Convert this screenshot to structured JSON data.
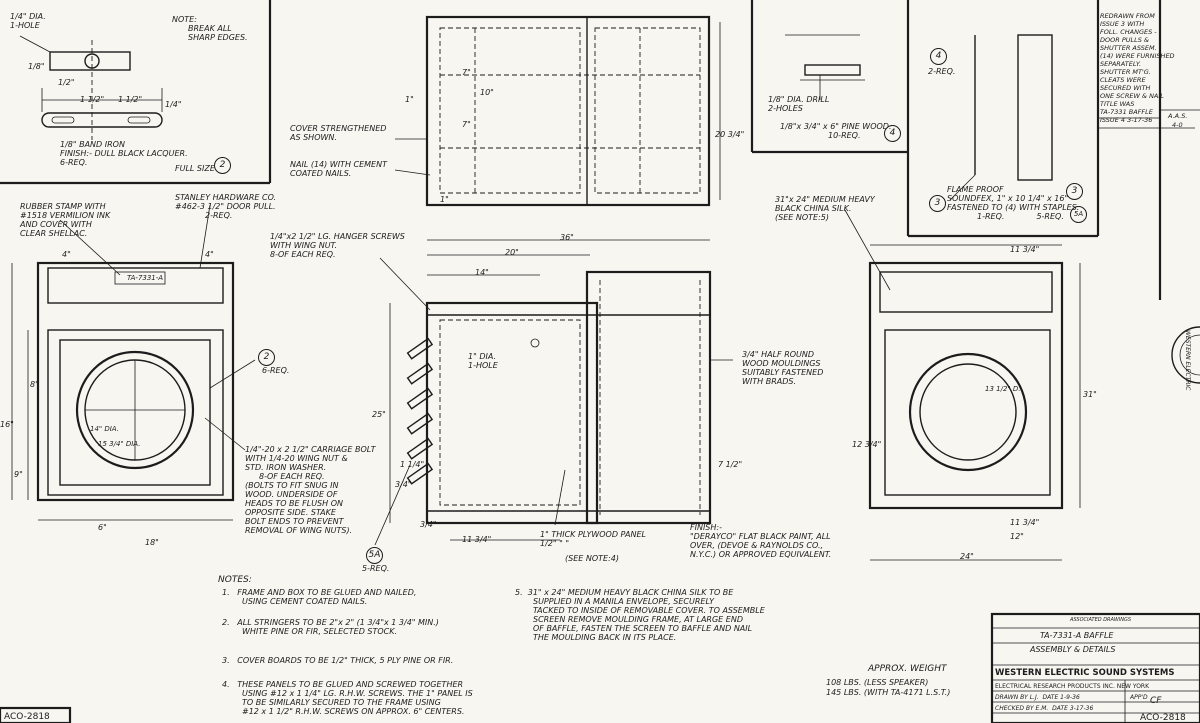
{
  "detail_band_iron": {
    "hole": [
      "1/4\" DIA.",
      "1-HOLE"
    ],
    "dims": [
      "1/8\"",
      "1/2\"",
      "1 1/2\"",
      "1 1/2\"",
      "1/4\""
    ],
    "desc": [
      "1/8\" BAND IRON",
      "FINISH:- DULL BLACK LACQUER.",
      "6-REQ."
    ],
    "full_size": "FULL SIZE",
    "ref": "2"
  },
  "note_sharp": [
    "NOTE:",
    "BREAK ALL",
    "SHARP EDGES."
  ],
  "rubber_stamp": [
    "RUBBER STAMP WITH",
    "#1518 VERMILION INK",
    "AND COVER WITH",
    "CLEAR SHELLAC."
  ],
  "stanley": [
    "STANLEY HARDWARE CO.",
    "#462-3 1/2\" DOOR PULL.",
    "2-REQ."
  ],
  "cover_strengthened": [
    "COVER STRENGTHENED",
    "AS SHOWN."
  ],
  "nail_note": [
    "NAIL (14) WITH CEMENT",
    "COATED NAILS."
  ],
  "hanger_screws": [
    "1/4\"x2 1/2\" LG. HANGER SCREWS",
    "WITH WING NUT.",
    "8-OF EACH REQ."
  ],
  "dia_hole": [
    "1\" DIA.",
    "1-HOLE"
  ],
  "carriage_bolt": [
    "1/4\"-20 x 2 1/2\" CARRIAGE BOLT",
    "WITH 1/4-20 WING NUT &",
    "STD. IRON WASHER.",
    "8-OF EACH REQ.",
    "(BOLTS TO FIT SNUG IN",
    "WOOD. UNDERSIDE OF",
    "HEADS TO BE FLUSH ON",
    "OPPOSITE SIDE. STAKE",
    "BOLT ENDS TO PREVENT",
    "REMOVAL OF WING NUTS)."
  ],
  "half_round": [
    "3/4\" HALF ROUND",
    "WOOD MOULDINGS",
    "SUITABLY FASTENED",
    "WITH BRADS."
  ],
  "china_silk": [
    "31\"x 24\" MEDIUM HEAVY",
    "BLACK CHINA SILK.",
    "(SEE NOTE:5)"
  ],
  "drill": [
    "1/8\" DIA. DRILL",
    "2-HOLES"
  ],
  "pine_wood": [
    "1/8\"x 3/4\" x 6\" PINE WOOD.",
    "10-REQ."
  ],
  "soundfex": [
    "FLAME PROOF",
    "SOUNDFEX, 1\" x 10 1/4\" x 16\"",
    "FASTENED TO (4) WITH STAPLES.",
    "1-REQ.",
    "5-REQ."
  ],
  "plywood": [
    "1\" THICK PLYWOOD PANEL",
    "1/2\"  \"  \"",
    "(SEE NOTE:4)"
  ],
  "finish": [
    "FINISH:-",
    "\"DERAYCO\" FLAT BLACK PAINT, ALL",
    "OVER, (DEVOE & RAYNOLDS CO.,",
    "N.Y.C.) OR APPROVED EQUIVALENT."
  ],
  "refs": [
    "2",
    "3",
    "3",
    "4",
    "5A",
    "5A",
    "6-REQ.",
    "5-REQ.",
    "2-REQ."
  ],
  "dims": {
    "top_view": [
      "1\"",
      "7\"",
      "10\"",
      "7\"",
      "20 3/4\"",
      "1\""
    ],
    "side_view": [
      "36\"",
      "20\"",
      "14\"",
      "25\"",
      "11 3/4\"",
      "7 1/2\"",
      "3/4\"",
      "1 1/4\"",
      "3/4\""
    ],
    "front_view": [
      "4\"",
      "4\"",
      "16\"",
      "6\"",
      "14\" DIA.",
      "15 3/4\" DIA.",
      "18\"",
      "8\"",
      "9\""
    ],
    "rear_view": [
      "11 3/4\"",
      "24\"",
      "11 3/4\"",
      "12\"",
      "12 3/4\"",
      "13 1/2\" D.",
      "31\""
    ],
    "stamp_text": "TA-7331-A"
  },
  "notes": {
    "heading": "NOTES:",
    "items": [
      {
        "n": "1.",
        "lines": [
          "FRAME AND BOX TO BE GLUED AND NAILED,",
          "USING CEMENT COATED NAILS."
        ]
      },
      {
        "n": "2.",
        "lines": [
          "ALL STRINGERS TO BE 2\"x 2\" (1 3/4\"x 1 3/4\" MIN.)",
          "WHITE PINE OR FIR, SELECTED STOCK."
        ]
      },
      {
        "n": "3.",
        "lines": [
          "COVER BOARDS TO BE 1/2\" THICK, 5 PLY PINE OR FIR."
        ]
      },
      {
        "n": "4.",
        "lines": [
          "THESE PANELS TO BE GLUED AND SCREWED TOGETHER",
          "USING #12 x 1 1/4\" LG. R.H.W. SCREWS. THE 1\" PANEL IS",
          "TO BE SIMILARLY SECURED TO THE FRAME USING",
          "#12 x 1 1/2\" R.H.W. SCREWS ON APPROX. 6\" CENTERS."
        ]
      },
      {
        "n": "5.",
        "lines": [
          "31\" x 24\" MEDIUM HEAVY BLACK CHINA SILK TO BE",
          "SUPPLIED IN A MANILA ENVELOPE, SECURELY",
          "TACKED TO INSIDE OF REMOVABLE COVER. TO ASSEMBLE",
          "SCREEN REMOVE MOULDING FRAME, AT LARGE END",
          "OF BAFFLE, FASTEN THE SCREEN TO BAFFLE AND NAIL",
          "THE MOULDING BACK IN ITS PLACE."
        ]
      }
    ]
  },
  "weight": [
    "APPROX. WEIGHT",
    "108 LBS. (LESS SPEAKER)",
    "145 LBS. (WITH TA-4171 L.S.T.)"
  ],
  "revision": [
    "REDRAWN FROM",
    "ISSUE 3 WITH",
    "FOLL. CHANGES -",
    "DOOR PULLS &",
    "SHUTTER ASSEM.",
    "(14) WERE FURNISHED",
    "SEPARATELY.",
    "SHUTTER MT'G.",
    "CLEATS WERE",
    "SECURED WITH",
    "ONE SCREW & NAIL",
    "TITLE WAS",
    "TA-7331 BAFFLE",
    "ISSUE 4 3-17-36",
    "A.A.S.",
    "4-0"
  ],
  "title_block": {
    "assoc": "ASSOCIATED DRAWINGS",
    "part": "TA-7331-A BAFFLE",
    "title": "ASSEMBLY & DETAILS",
    "company": "WESTERN ELECTRIC SOUND SYSTEMS",
    "eri": "ELECTRICAL RESEARCH PRODUCTS INC. NEW YORK",
    "drawn": "DRAWN BY",
    "drawn_val": "L.J.",
    "date1": "DATE",
    "date1_val": "1-9-36",
    "checked": "CHECKED BY",
    "checked_val": "E.M.",
    "date2": "DATE",
    "date2_val": "3-17-36",
    "approved": "APP'D",
    "approved_val": "CF",
    "dwg": "ACO-2818"
  },
  "dwg_corner": "ACO-2818",
  "seal": "WESTERN ELECTRIC"
}
